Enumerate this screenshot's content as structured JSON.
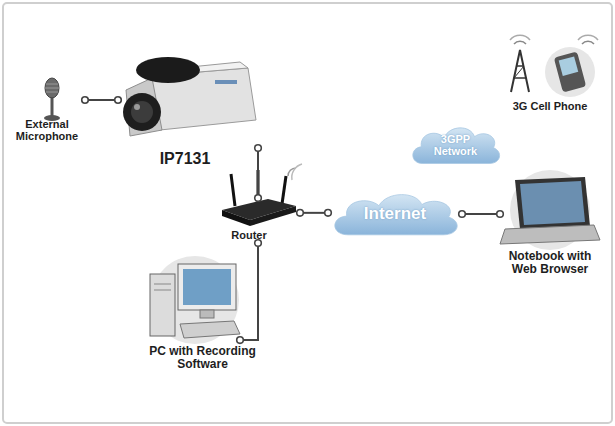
{
  "diagram": {
    "nodes": [
      {
        "text": [
          "External Microphone"
        ]
      },
      {
        "text": [
          "IP7131"
        ]
      },
      {
        "text": [
          "3G Cell Phone"
        ]
      },
      {
        "text": [
          "3GPP Network"
        ]
      },
      {
        "text": [
          "Router"
        ]
      },
      {
        "text": [
          "Internet"
        ]
      },
      {
        "text": [
          "Notebook with Web Browser"
        ]
      },
      {
        "text": [
          "PC with Recording Software"
        ]
      }
    ],
    "edges": [
      {
        "from": 0,
        "to": 1,
        "arrow": "none"
      },
      {
        "from": 1,
        "to": 4,
        "arrow": "none"
      },
      {
        "from": 4,
        "to": 7,
        "arrow": "none"
      },
      {
        "from": 4,
        "to": 5,
        "arrow": "none"
      },
      {
        "from": 5,
        "to": 6,
        "arrow": "none"
      }
    ]
  }
}
